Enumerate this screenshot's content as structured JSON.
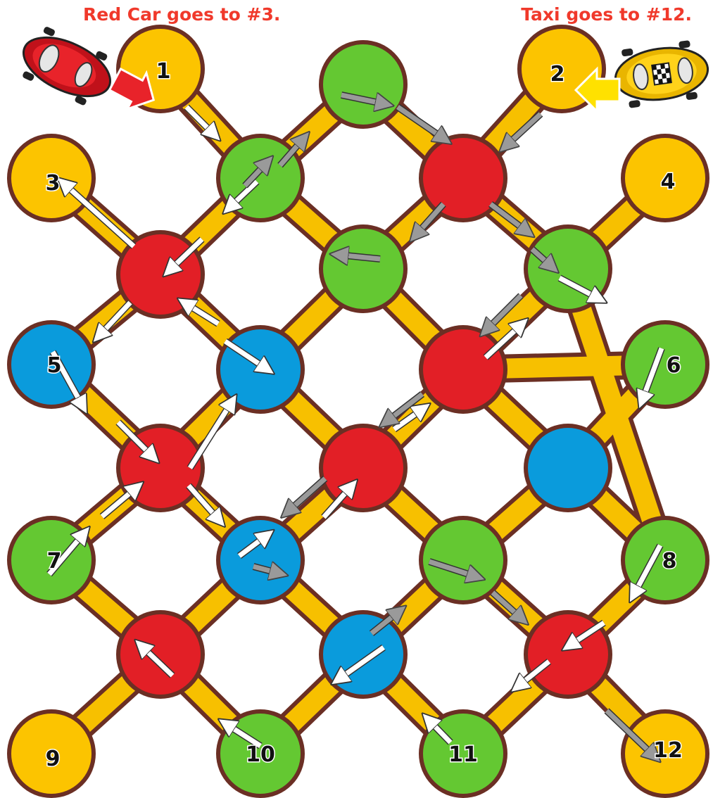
{
  "headers": {
    "left": "Red Car goes to #3.",
    "right": "Taxi goes to #12."
  },
  "colors": {
    "track_fill": "#f7c000",
    "track_border": "#6b2f24",
    "red": "#e21f26",
    "green": "#64c832",
    "blue": "#0a9bdc",
    "terminal": "#fcc400",
    "red_text": "#f0392b",
    "arrow_white": "#ffffff",
    "arrow_gray": "#9a9a9a"
  },
  "nodes": [
    {
      "id": "n1",
      "label": "1",
      "type": "terminal"
    },
    {
      "id": "n2",
      "label": "2",
      "type": "terminal"
    },
    {
      "id": "n3",
      "label": "3",
      "type": "terminal"
    },
    {
      "id": "n4",
      "label": "4",
      "type": "terminal"
    },
    {
      "id": "n5",
      "label": "5",
      "type": "blue"
    },
    {
      "id": "n6",
      "label": "6",
      "type": "green"
    },
    {
      "id": "n7",
      "label": "7",
      "type": "green"
    },
    {
      "id": "n8",
      "label": "8",
      "type": "green"
    },
    {
      "id": "n9",
      "label": "9",
      "type": "terminal"
    },
    {
      "id": "n10",
      "label": "10",
      "type": "green"
    },
    {
      "id": "n11",
      "label": "11",
      "type": "green"
    },
    {
      "id": "n12",
      "label": "12",
      "type": "terminal"
    },
    {
      "id": "a1",
      "label": "",
      "type": "green"
    },
    {
      "id": "a2",
      "label": "",
      "type": "green"
    },
    {
      "id": "a3",
      "label": "",
      "type": "red"
    },
    {
      "id": "a4",
      "label": "",
      "type": "red"
    },
    {
      "id": "a5",
      "label": "",
      "type": "green"
    },
    {
      "id": "a6",
      "label": "",
      "type": "green"
    },
    {
      "id": "a7",
      "label": "",
      "type": "blue"
    },
    {
      "id": "a8",
      "label": "",
      "type": "red"
    },
    {
      "id": "a9",
      "label": "",
      "type": "red"
    },
    {
      "id": "a10",
      "label": "",
      "type": "red"
    },
    {
      "id": "a11",
      "label": "",
      "type": "blue"
    },
    {
      "id": "a12",
      "label": "",
      "type": "blue"
    },
    {
      "id": "a13",
      "label": "",
      "type": "green"
    },
    {
      "id": "a14",
      "label": "",
      "type": "red"
    },
    {
      "id": "a15",
      "label": "",
      "type": "blue"
    },
    {
      "id": "a16",
      "label": "",
      "type": "red"
    }
  ],
  "vehicles": [
    {
      "id": "red-car",
      "name": "Red Car"
    },
    {
      "id": "taxi",
      "name": "Taxi"
    }
  ]
}
